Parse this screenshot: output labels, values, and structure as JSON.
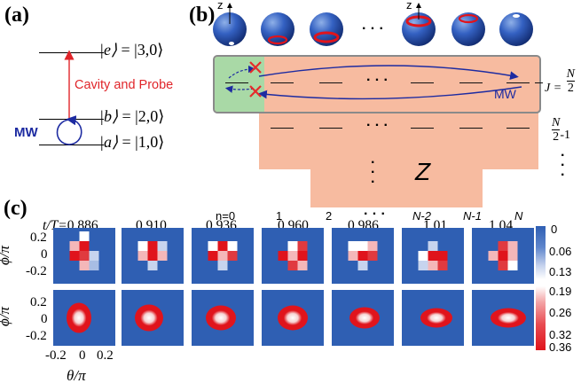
{
  "panel_a": {
    "label": "(a)",
    "levels": [
      {
        "lhs": "|e⟩",
        "rhs": "|3,0⟩"
      },
      {
        "lhs": "|b⟩",
        "rhs": "|2,0⟩"
      },
      {
        "lhs": "|a⟩",
        "rhs": "|1,0⟩"
      }
    ],
    "probe_label": "Cavity and Probe",
    "mw_label": "MW",
    "colors": {
      "probe": "#e0252a",
      "mw": "#1d2ba1"
    }
  },
  "panel_b": {
    "label": "(b)",
    "z_axis_label": "z",
    "ellipsis": "· · ·",
    "j_label": "J = N/2",
    "j_lhs": "J =",
    "j_num": "N",
    "j_den": "2",
    "j2_num": "N",
    "j2_den": "2",
    "j2_suffix": "-1",
    "mw_label": "MW",
    "z_label": "Z",
    "n_labels": [
      "n=0",
      "1",
      "2",
      "· · ·",
      "N-2",
      "N-1",
      "N"
    ],
    "colors": {
      "green": "#a9d9a6",
      "salmon": "#f7bba0",
      "box_border": "#8a8a8a",
      "cross": "#e62b2b",
      "arrow": "#1d2ba1"
    }
  },
  "panel_c": {
    "label": "(c)",
    "time_prefix": "t/T=",
    "times": [
      "0.886",
      "0.910",
      "0.936",
      "0.960",
      "0.986",
      "1.01",
      "1.04"
    ],
    "y_axis_label": "ϕ/π",
    "y_ticks": [
      "0.2",
      "0",
      "-0.2"
    ],
    "x_axis_label": "θ/π",
    "x_ticks": [
      "-0.2",
      "0",
      "0.2"
    ],
    "colorbar_top_ticks": [
      "0",
      "0.06",
      "0.13"
    ],
    "colorbar_bottom_ticks": [
      "0.19",
      "0.26",
      "0.32",
      "0.36"
    ],
    "colors": {
      "background": "#2f5fb3",
      "hot": "#e0141c",
      "white": "#ffffff"
    }
  }
}
